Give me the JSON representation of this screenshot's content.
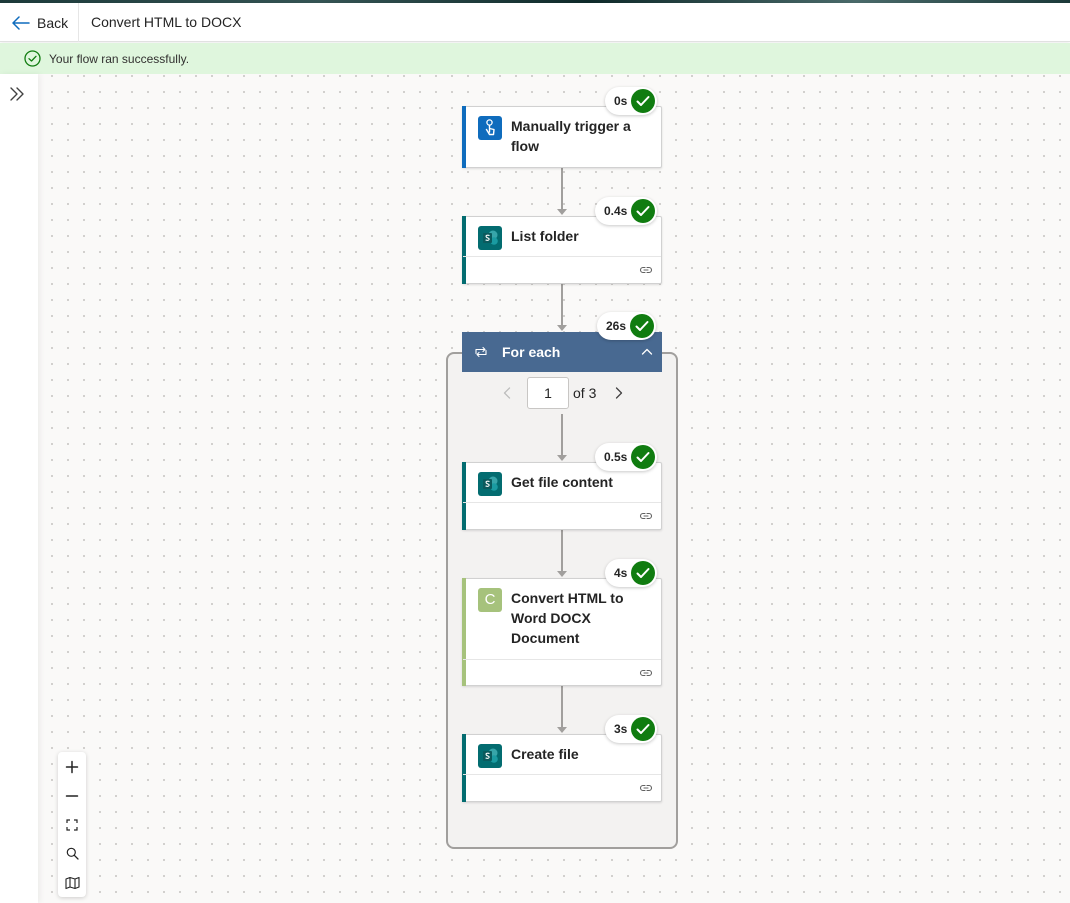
{
  "header": {
    "back_label": "Back",
    "flow_title": "Convert HTML to DOCX"
  },
  "banner": {
    "message": "Your flow ran successfully."
  },
  "colors": {
    "trigger_accent": "#0f6cbd",
    "sharepoint": "#036c70",
    "converter": "#a6c27c",
    "foreach_header": "#486991",
    "success": "#107c10",
    "banner_bg": "#dff6dd"
  },
  "nodes": {
    "trigger": {
      "title": "Manually trigger a flow",
      "duration": "0s",
      "icon": "touch-icon"
    },
    "list_folder": {
      "title": "List folder",
      "duration": "0.4s",
      "icon": "sharepoint-icon"
    },
    "foreach": {
      "title": "For each",
      "duration": "26s",
      "icon": "loop-icon",
      "pager": {
        "current": "1",
        "of_label": "of 3"
      }
    },
    "get_file_content": {
      "title": "Get file content",
      "duration": "0.5s",
      "icon": "sharepoint-icon"
    },
    "convert": {
      "title": "Convert HTML to Word DOCX Document",
      "duration": "4s",
      "icon": "converter-icon",
      "icon_letter": "C"
    },
    "create_file": {
      "title": "Create file",
      "duration": "3s",
      "icon": "sharepoint-icon"
    }
  }
}
